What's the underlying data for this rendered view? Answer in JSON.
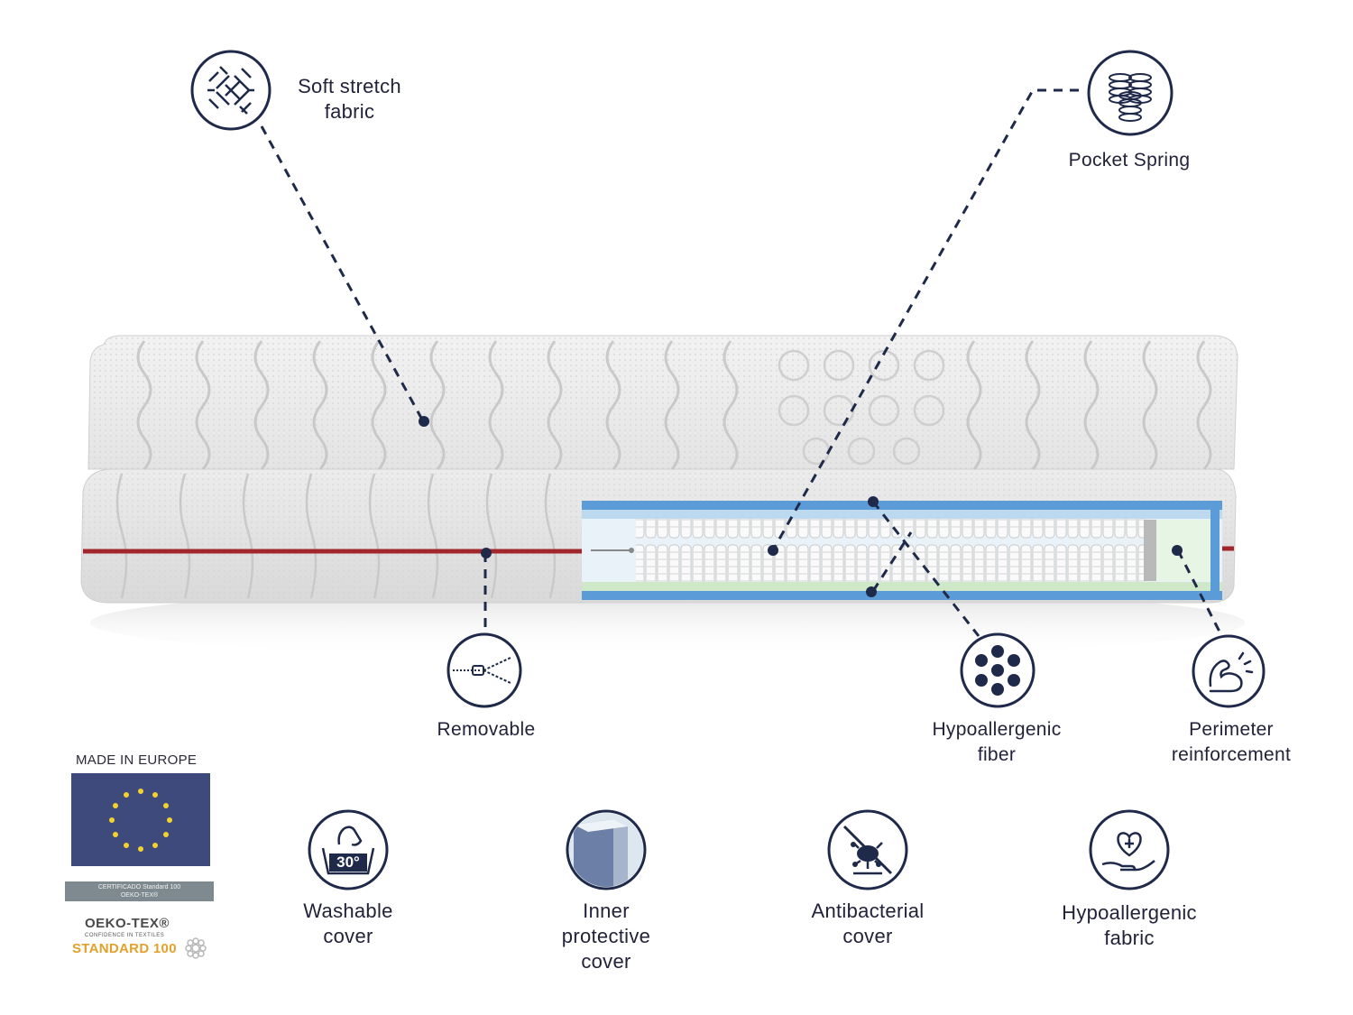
{
  "callouts": {
    "soft_stretch_fabric": [
      "Soft stretch",
      "fabric"
    ],
    "pocket_spring": "Pocket Spring",
    "removable": "Removable",
    "hypoallergenic_fiber": [
      "Hypoallergenic",
      "fiber"
    ],
    "perimeter_reinforcement": [
      "Perimeter",
      "reinforcement"
    ]
  },
  "features": [
    {
      "lines": [
        "Washable",
        "cover"
      ],
      "icon": "washable-30-icon",
      "badge": "30°"
    },
    {
      "lines": [
        "Inner",
        "protective",
        "cover"
      ],
      "icon": "inner-cover-icon"
    },
    {
      "lines": [
        "Antibacterial",
        "cover"
      ],
      "icon": "antibacterial-icon"
    },
    {
      "lines": [
        "Hypoallergenic",
        "fabric"
      ],
      "icon": "heart-hand-icon"
    }
  ],
  "badges": {
    "made_in": "MADE IN EUROPE",
    "cert_line1": "CERTIFICADO Standard 100",
    "cert_line2": "OEKO-TEX®",
    "oeko_brand": "OEKO-TEX®",
    "oeko_tagline": "CONFIDENCE IN TEXTILES",
    "oeko_standard": "STANDARD 100"
  },
  "colors": {
    "navy": "#1f2a4a",
    "zipper_red": "#a3262b",
    "eu_blue": "#3d4a7b",
    "eu_star": "#f3d32b",
    "layer_blue": "#5b9bd8",
    "oeko_gold": "#e2a12a"
  }
}
